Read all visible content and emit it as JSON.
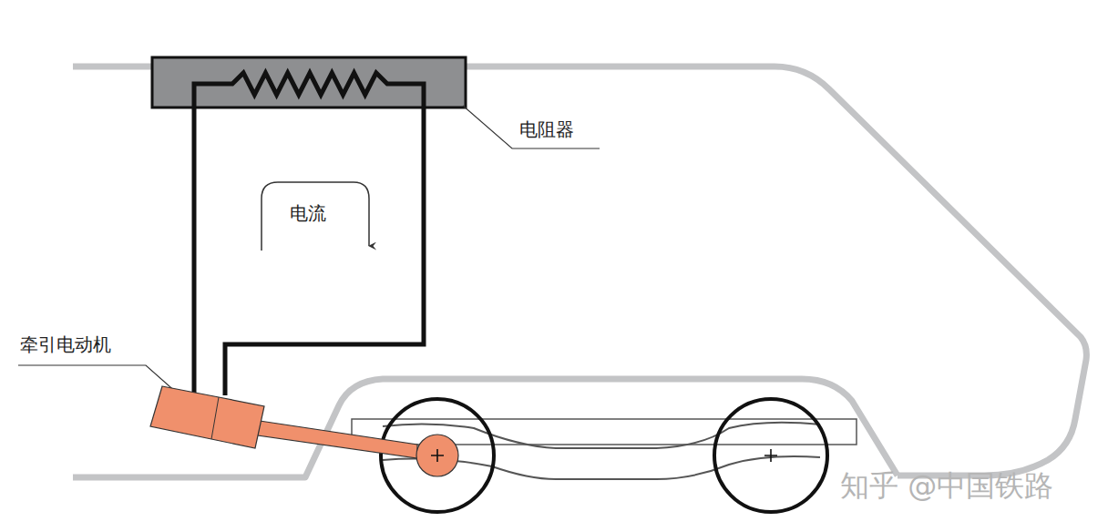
{
  "diagram": {
    "labels": [
      "电阻器",
      "电流",
      "牵引电动机",
      "知乎 @中国铁路"
    ]
  }
}
